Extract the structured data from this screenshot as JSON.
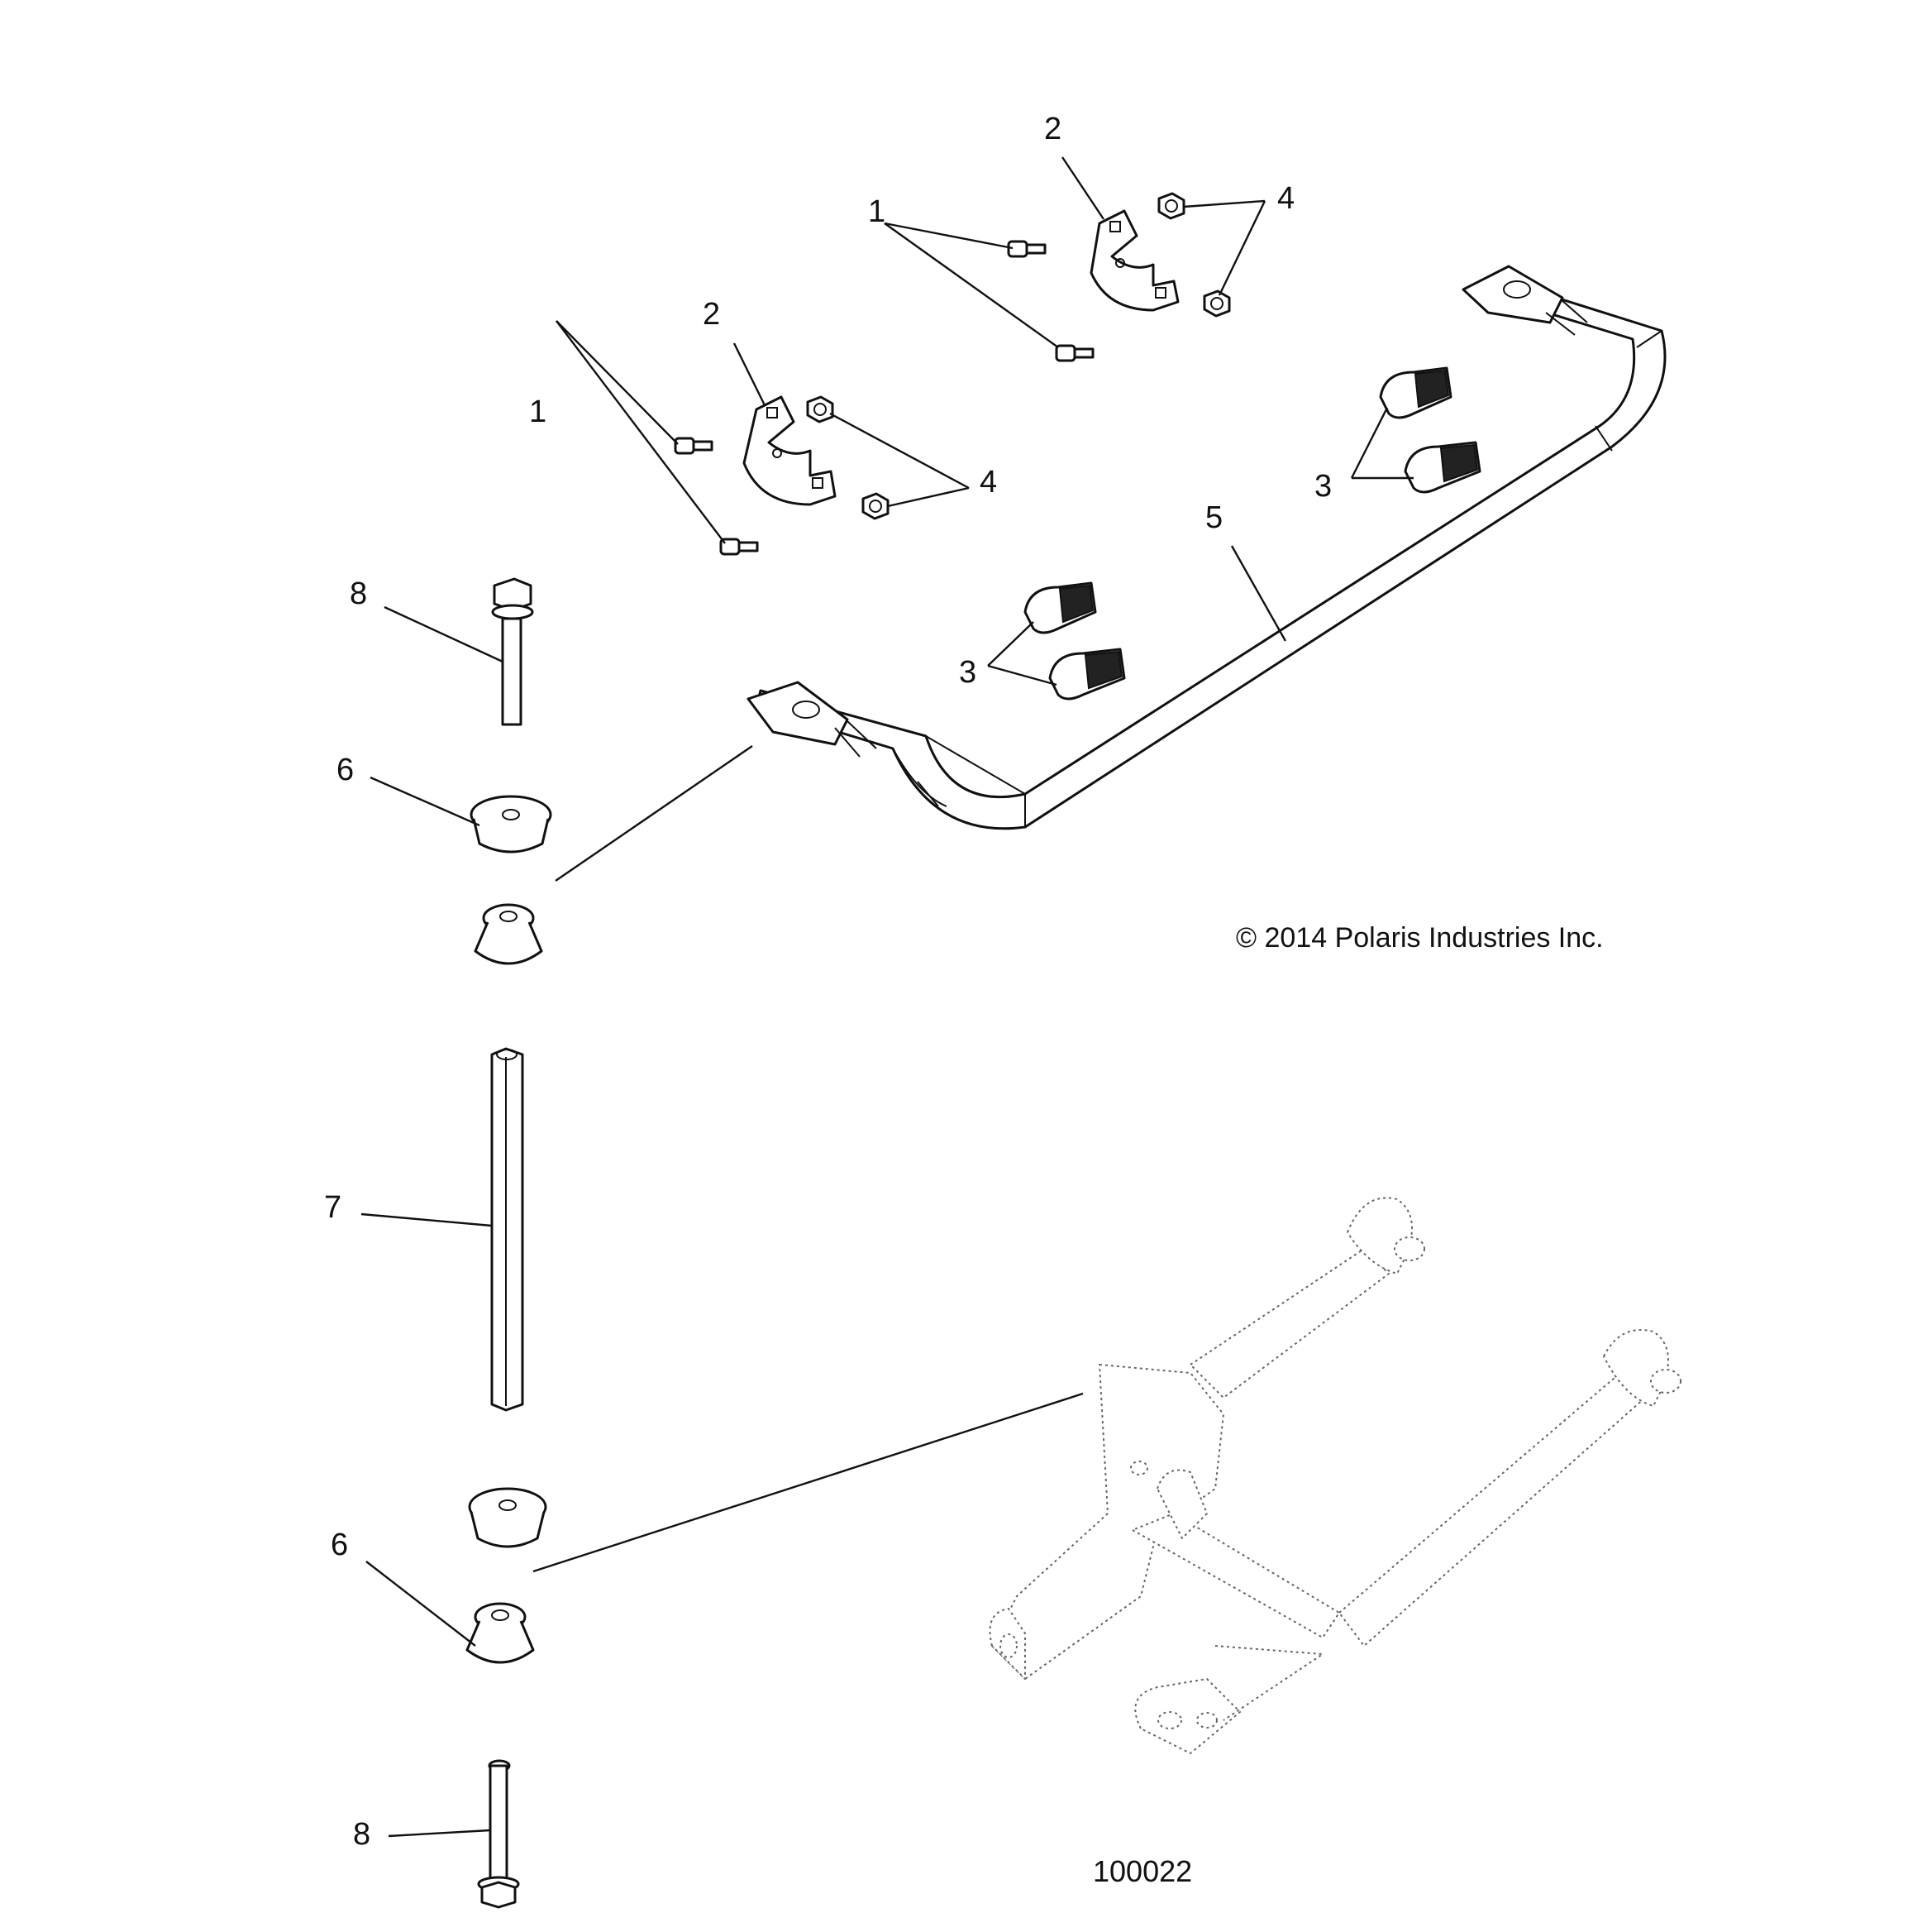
{
  "callouts": {
    "c1a": "1",
    "c1b": "1",
    "c2a": "2",
    "c2b": "2",
    "c3a": "3",
    "c3b": "3",
    "c4a": "4",
    "c4b": "4",
    "c5": "5",
    "c6a": "6",
    "c6b": "6",
    "c7": "7",
    "c8a": "8",
    "c8b": "8"
  },
  "copyright": "© 2014 Polaris Industries Inc.",
  "figure_number": "100022"
}
